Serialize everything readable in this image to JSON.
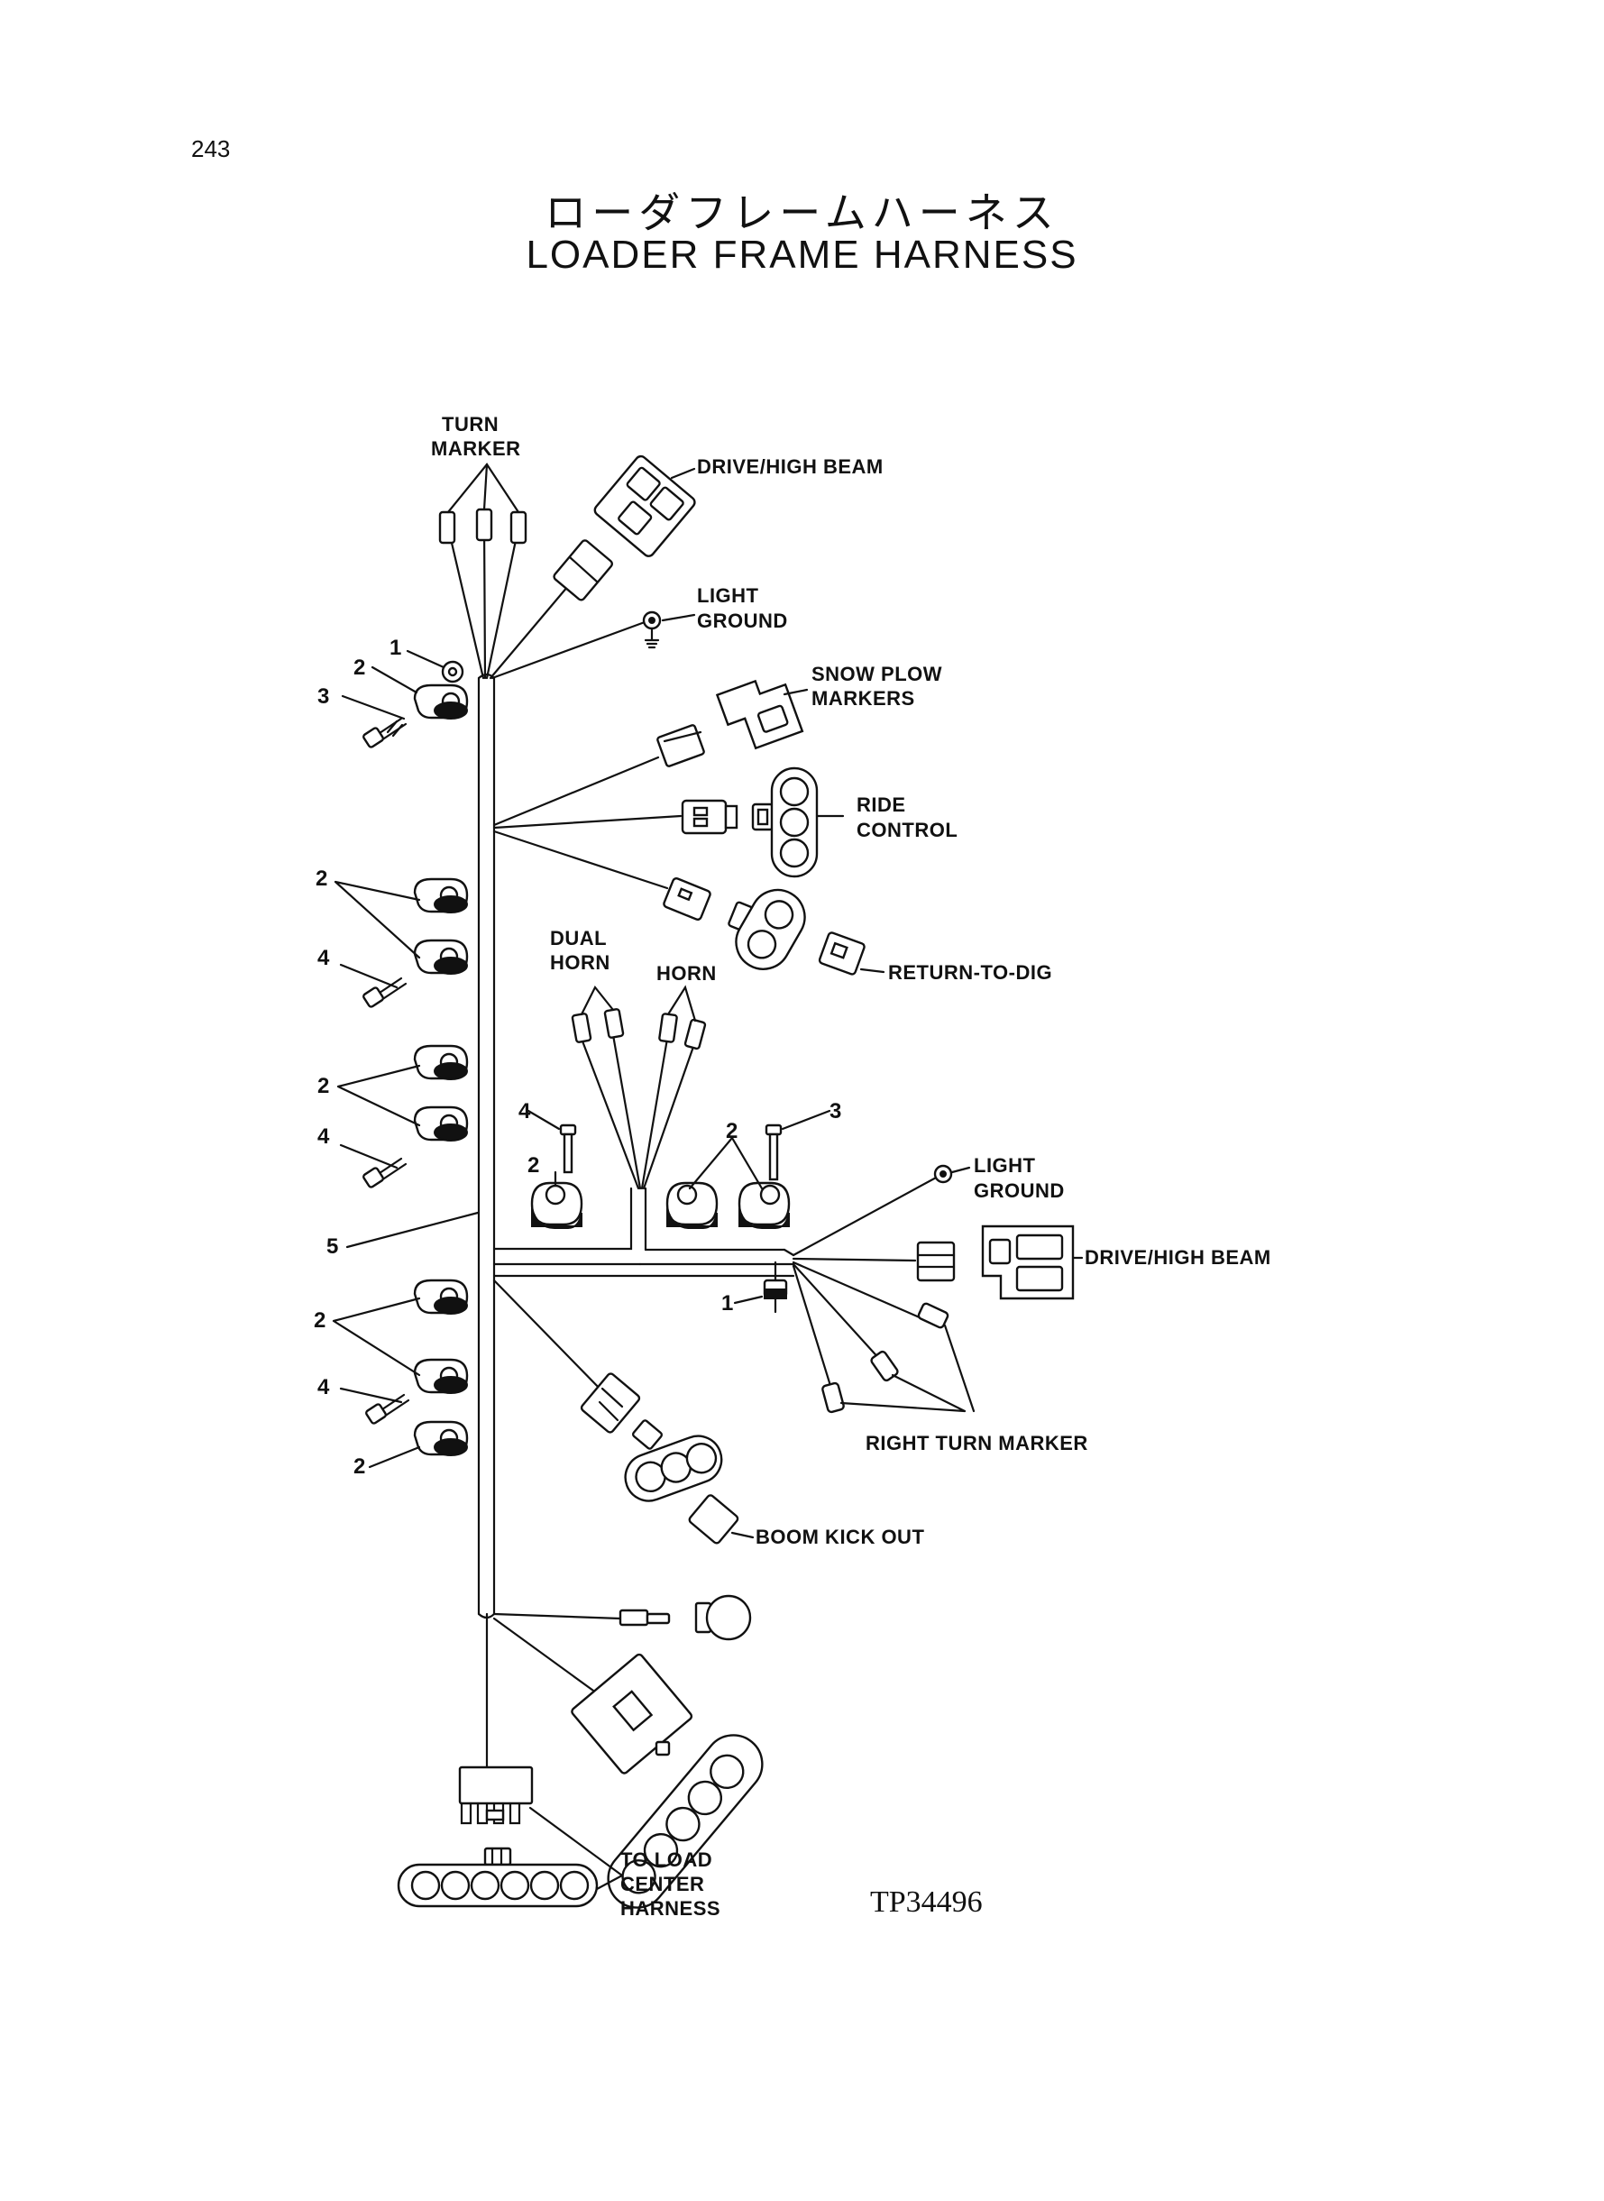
{
  "page_number": "243",
  "title_jp": "ローダフレームハーネス",
  "title_en": "LOADER FRAME HARNESS",
  "labels": {
    "turn_marker_1": "TURN",
    "turn_marker_2": "MARKER",
    "drive_high_beam_top": "DRIVE/HIGH BEAM",
    "light_ground_top_1": "LIGHT",
    "light_ground_top_2": "GROUND",
    "snow_plow_1": "SNOW PLOW",
    "snow_plow_2": "MARKERS",
    "ride_control_1": "RIDE",
    "ride_control_2": "CONTROL",
    "return_to_dig": "RETURN-TO-DIG",
    "dual_horn_1": "DUAL",
    "dual_horn_2": "HORN",
    "horn": "HORN",
    "light_ground_right_1": "LIGHT",
    "light_ground_right_2": "GROUND",
    "drive_high_beam_right": "DRIVE/HIGH BEAM",
    "right_turn_marker": "RIGHT TURN MARKER",
    "boom_kick_out": "BOOM KICK OUT",
    "to_load_1": "TO LOAD",
    "to_load_2": "CENTER",
    "to_load_3": "HARNESS"
  },
  "callouts": {
    "c1_top": "1",
    "c2_top": "2",
    "c3_top": "3",
    "c2_a": "2",
    "c4_a": "4",
    "c2_b": "2",
    "c4_b": "4",
    "c5": "5",
    "c2_c": "2",
    "c4_c": "4",
    "c2_d": "2",
    "c4_mid": "4",
    "c2_mid": "2",
    "c2_mid_r": "2",
    "c3_mid_r": "3",
    "c1_mid_r": "1"
  },
  "figure_code": "TP34496"
}
